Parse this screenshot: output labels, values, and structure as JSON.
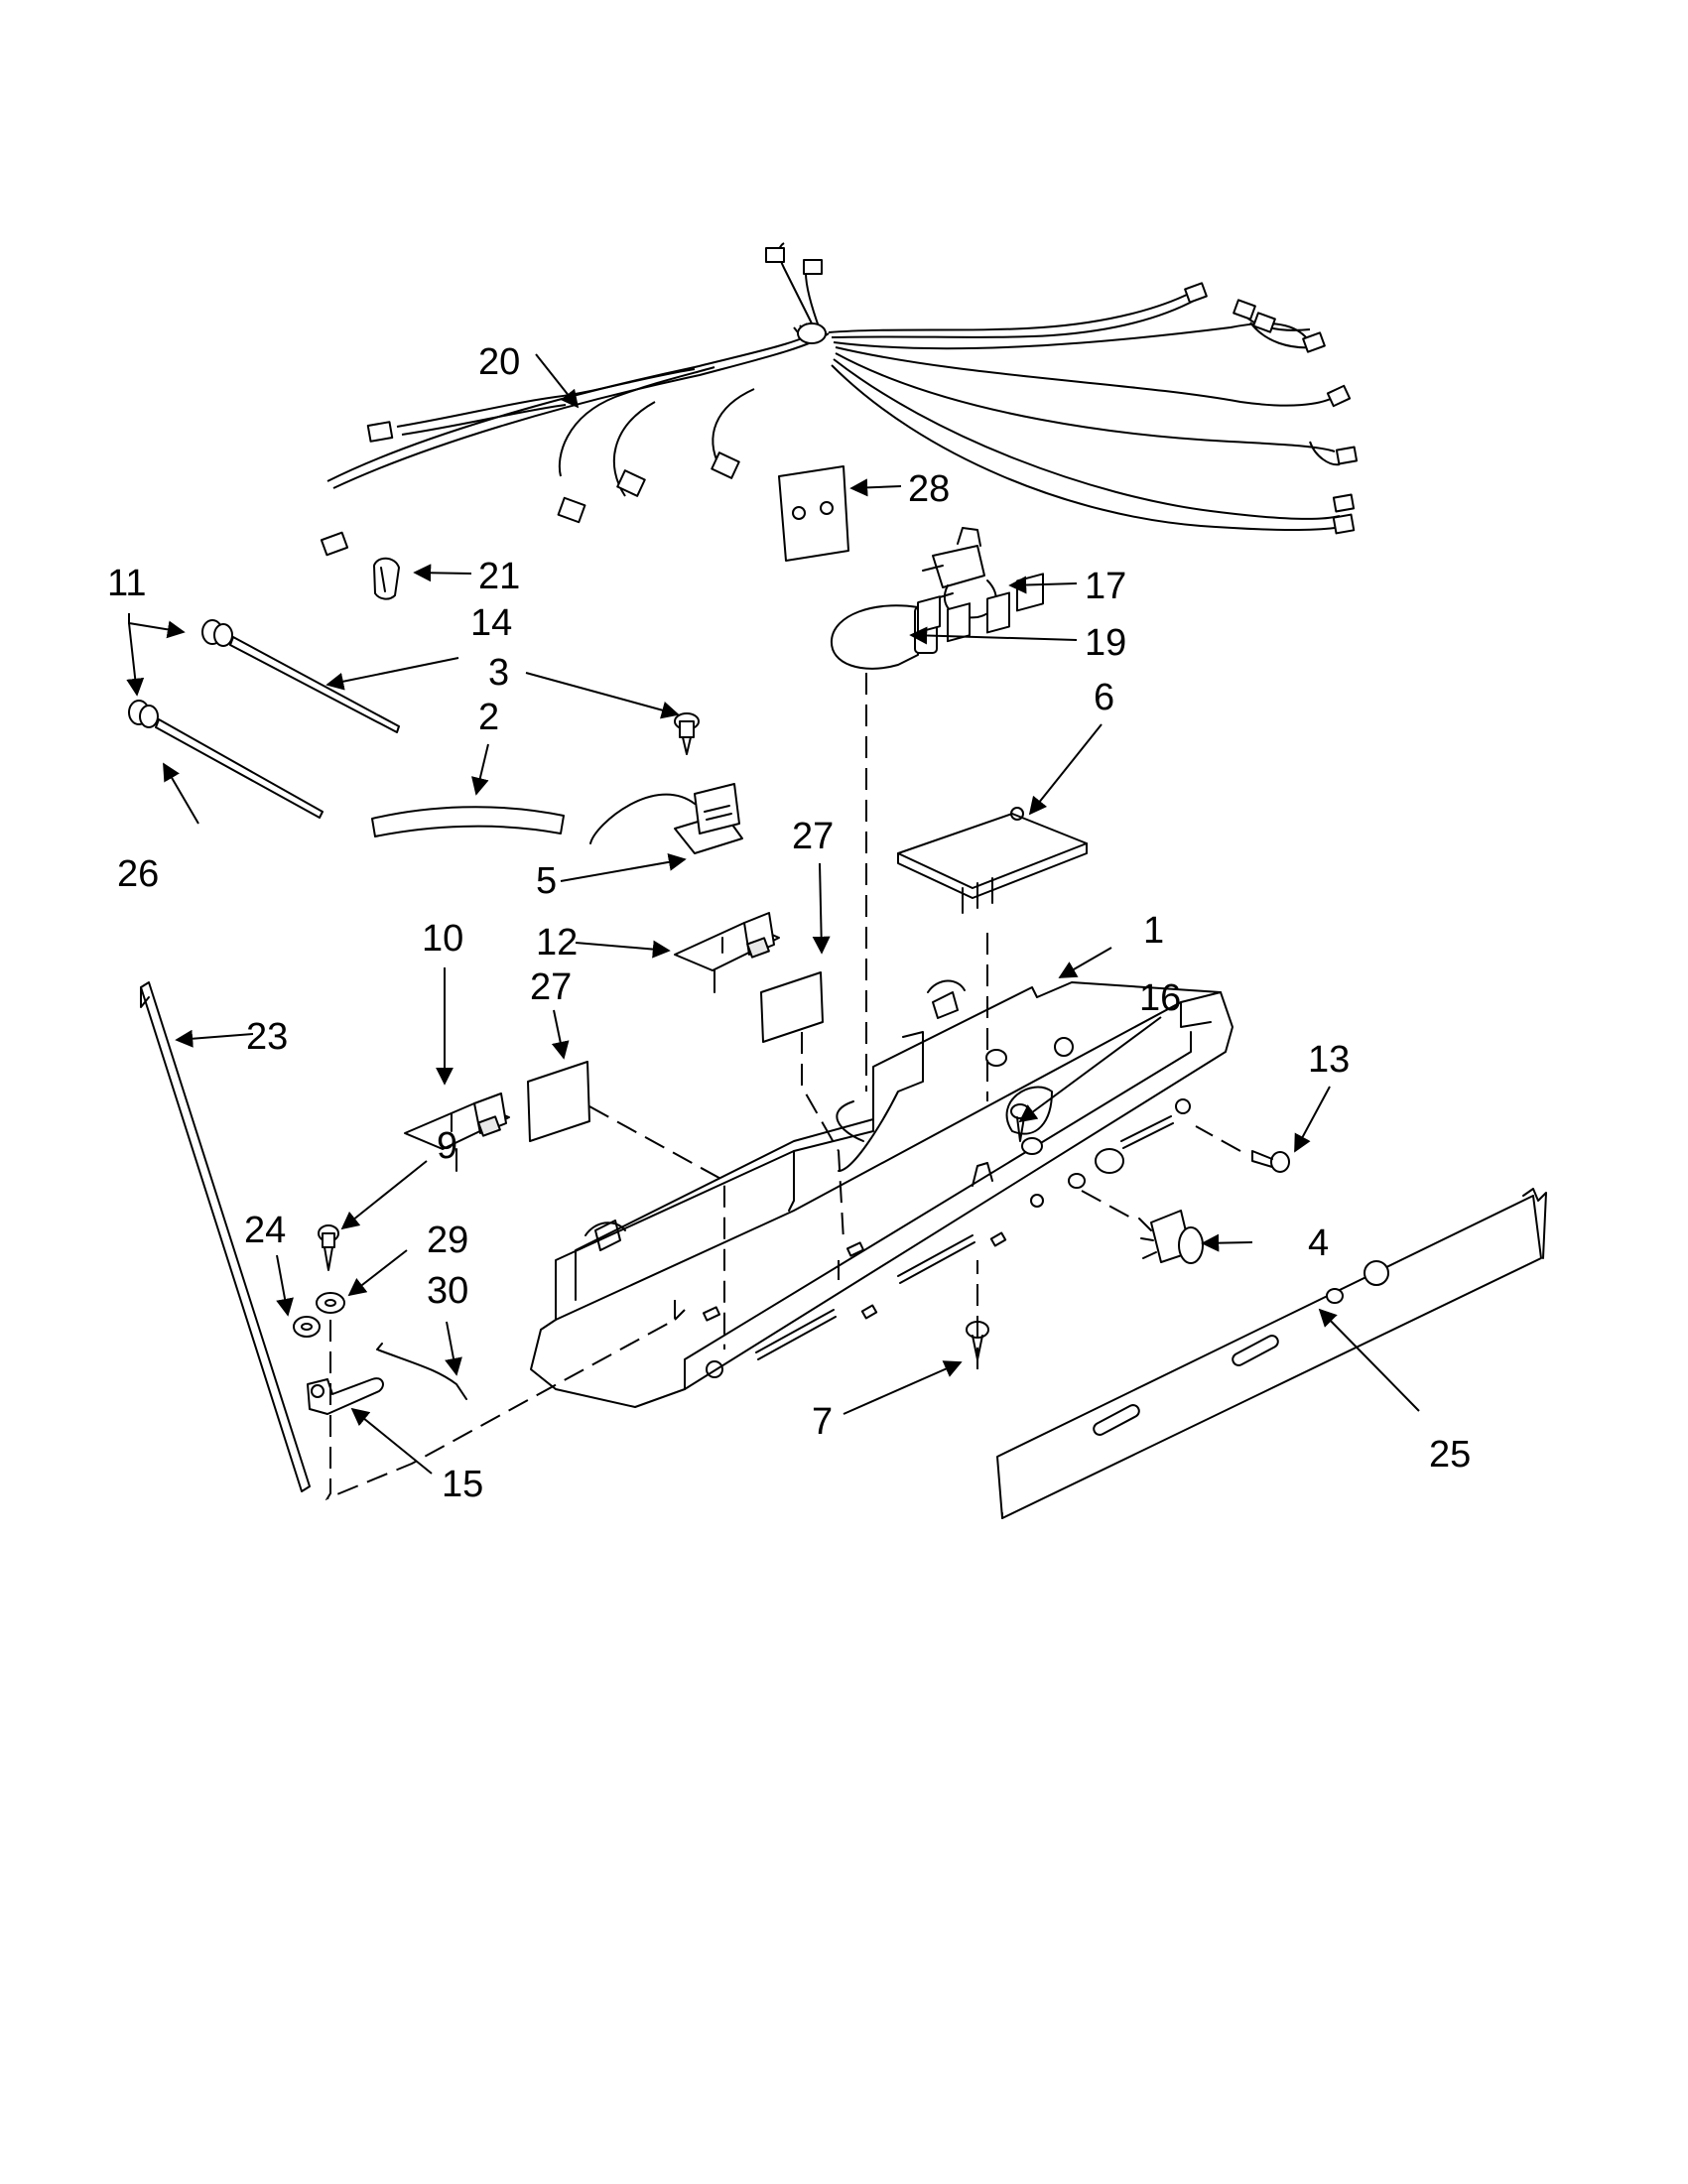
{
  "diagram": {
    "callouts": [
      {
        "id": "1",
        "label": "1"
      },
      {
        "id": "2",
        "label": "2"
      },
      {
        "id": "3",
        "label": "3"
      },
      {
        "id": "4",
        "label": "4"
      },
      {
        "id": "5",
        "label": "5"
      },
      {
        "id": "6",
        "label": "6"
      },
      {
        "id": "7",
        "label": "7"
      },
      {
        "id": "9",
        "label": "9"
      },
      {
        "id": "10",
        "label": "10"
      },
      {
        "id": "11",
        "label": "11"
      },
      {
        "id": "12",
        "label": "12"
      },
      {
        "id": "13",
        "label": "13"
      },
      {
        "id": "14",
        "label": "14"
      },
      {
        "id": "15",
        "label": "15"
      },
      {
        "id": "16",
        "label": "16"
      },
      {
        "id": "17",
        "label": "17"
      },
      {
        "id": "19",
        "label": "19"
      },
      {
        "id": "20",
        "label": "20"
      },
      {
        "id": "21",
        "label": "21"
      },
      {
        "id": "23",
        "label": "23"
      },
      {
        "id": "24",
        "label": "24"
      },
      {
        "id": "25",
        "label": "25"
      },
      {
        "id": "26",
        "label": "26"
      },
      {
        "id": "27a",
        "label": "27"
      },
      {
        "id": "27b",
        "label": "27"
      },
      {
        "id": "28",
        "label": "28"
      },
      {
        "id": "29",
        "label": "29"
      },
      {
        "id": "30",
        "label": "30"
      }
    ]
  }
}
